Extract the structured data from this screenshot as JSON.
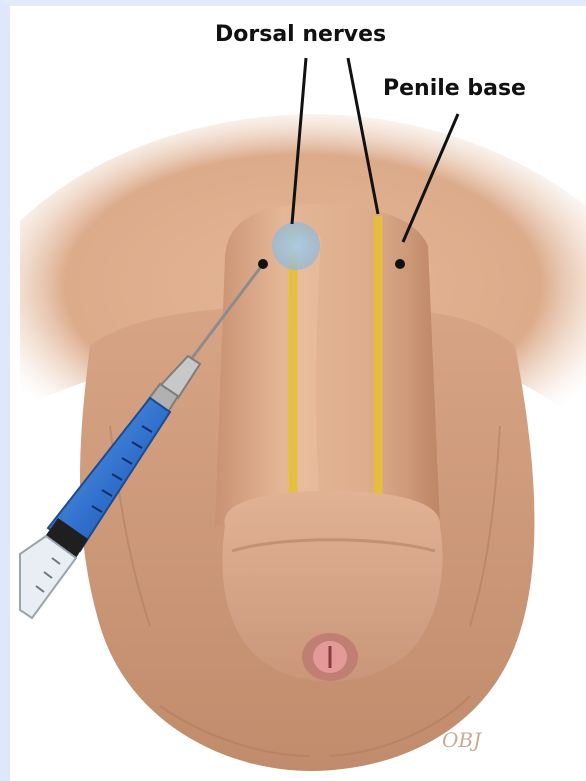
{
  "labels": {
    "dorsal_nerves": "Dorsal nerves",
    "penile_base": "Penile base"
  },
  "signature": "OBJ",
  "colors": {
    "skin": "#dcab8a",
    "skin_shadow": "#b98462",
    "nerve": "#e7c13a",
    "syringe_barrel": "#3b7fd6",
    "label_text": "#111111",
    "frame": "#dfe8fb"
  }
}
